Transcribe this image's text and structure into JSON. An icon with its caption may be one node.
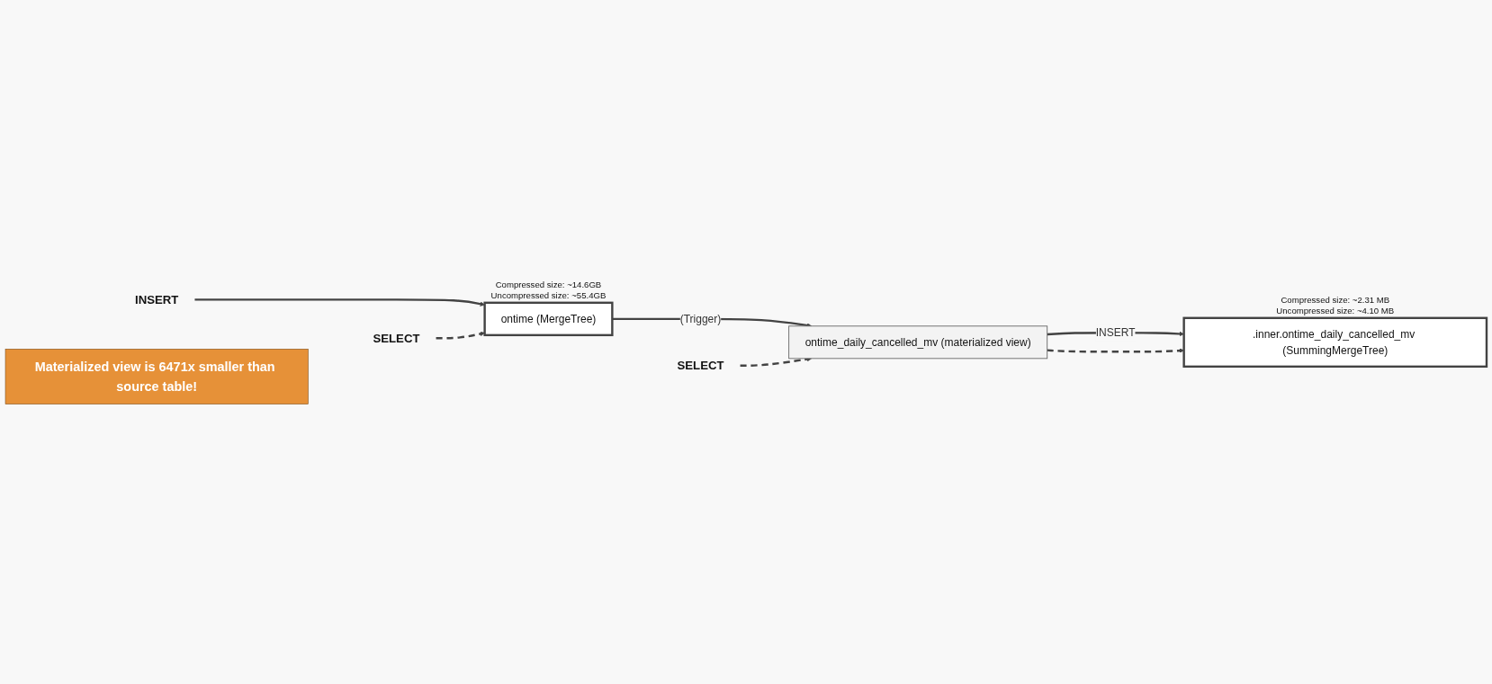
{
  "diagram": {
    "nodes": [
      {
        "text": [
          "INSERT"
        ]
      },
      {
        "text": [
          "ontime (MergeTree)"
        ],
        "beside": [
          "Compressed size: ~14.6GB",
          "Uncompressed size: ~55.4GB"
        ]
      },
      {
        "text": [
          "SELECT"
        ]
      },
      {
        "text": [
          ".inner.ontime_daily_cancelled_mv (SummingMergeTree)"
        ],
        "beside": [
          "Compressed size: ~2.31 MB",
          "Uncompressed size: ~4.10 MB"
        ]
      },
      {
        "text": [
          "ontime_daily_cancelled_mv (materialized view)"
        ]
      },
      {
        "text": [
          "SELECT"
        ]
      },
      {
        "text": [
          "Materialized view is 6471x smaller than source table!"
        ]
      }
    ],
    "edges": [
      {
        "from": 0,
        "to": 1,
        "arrow": "to"
      },
      {
        "from": 2,
        "to": 1,
        "arrow": "to",
        "style": "dashed"
      },
      {
        "from": 1,
        "to": 4,
        "arrow": "to",
        "label": "(Trigger)"
      },
      {
        "from": 4,
        "to": 3,
        "arrow": "to",
        "label": "INSERT"
      },
      {
        "from": 4,
        "to": 3,
        "arrow": "to",
        "style": "dashed"
      },
      {
        "from": 5,
        "to": 4,
        "arrow": "to",
        "style": "dashed"
      }
    ]
  }
}
